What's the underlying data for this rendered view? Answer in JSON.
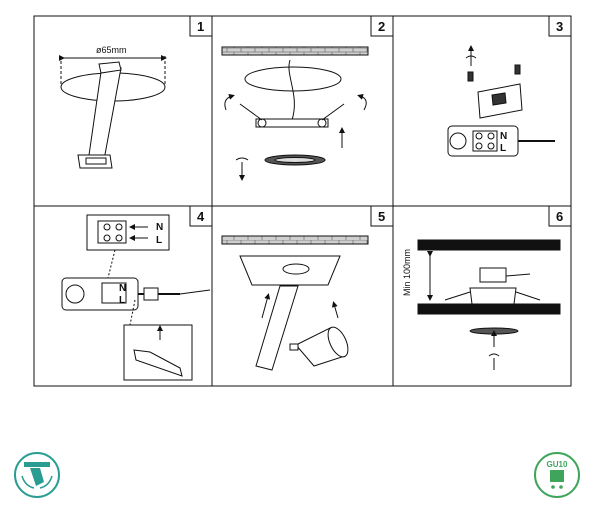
{
  "panels": [
    {
      "number": "1",
      "label": "ø65mm"
    },
    {
      "number": "2"
    },
    {
      "number": "3"
    },
    {
      "number": "4",
      "terminal_n": "N",
      "terminal_l": "L"
    },
    {
      "number": "5"
    },
    {
      "number": "6",
      "label": "Min 100mm"
    }
  ],
  "terminal_block": {
    "n": "N",
    "l": "L"
  },
  "bottom_icons": {
    "left": {
      "name": "rotatable-spotlight-icon"
    },
    "right": {
      "text": "GU10",
      "name": "gu10-bulb-icon"
    }
  },
  "colors": {
    "teal": "#2a9d92",
    "green": "#3fa55a",
    "line": "#111111",
    "brick": "#bdbdbd"
  }
}
